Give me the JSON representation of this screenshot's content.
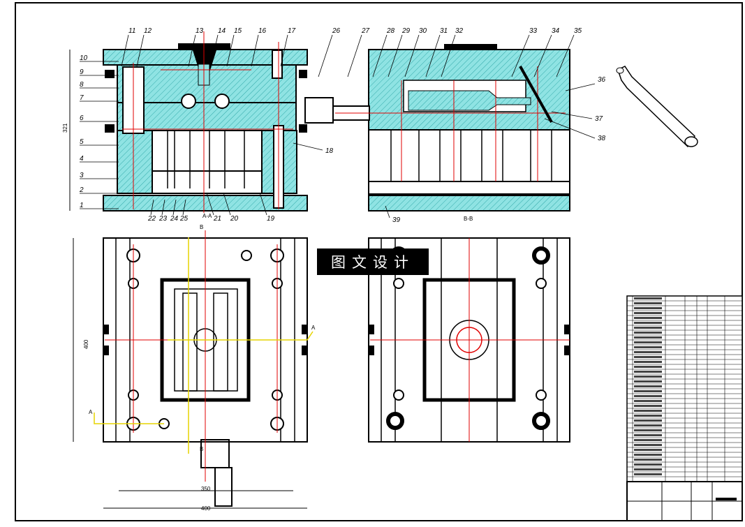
{
  "drawing": {
    "part_numbers_left": [
      "1",
      "2",
      "3",
      "4",
      "5",
      "6",
      "7",
      "8",
      "9",
      "10",
      "11",
      "12",
      "13",
      "14",
      "15",
      "16",
      "17",
      "18",
      "19",
      "20",
      "21",
      "22",
      "23",
      "24",
      "25"
    ],
    "part_numbers_right": [
      "26",
      "27",
      "28",
      "29",
      "30",
      "31",
      "32",
      "33",
      "34",
      "35",
      "36",
      "37",
      "38",
      "39"
    ],
    "dimensions": {
      "front_height": "321",
      "plan_height": "400",
      "plan_inner_width": "350",
      "plan_outer_width": "400"
    },
    "section_labels": {
      "section_a": "A-A",
      "section_b": "B-B",
      "marker_a": "A",
      "marker_b": "B"
    },
    "watermark": "图文设计",
    "colors": {
      "cyan_fill": "#8fe3e3",
      "centerline_red": "#e00000",
      "yellow_line": "#e6d400",
      "outline": "#000000"
    }
  }
}
